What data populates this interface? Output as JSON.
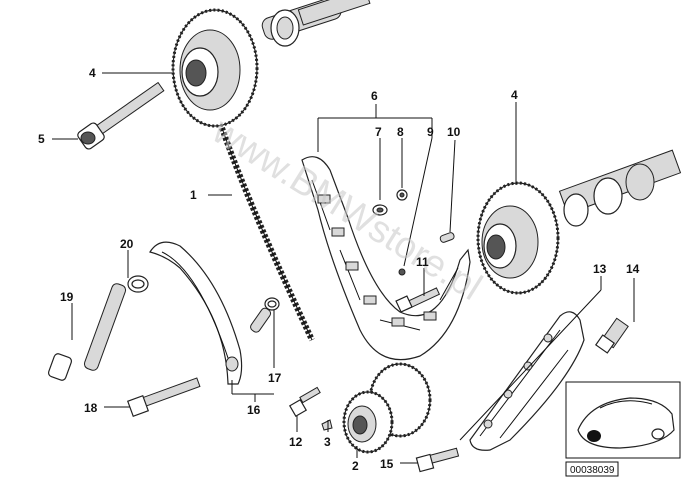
{
  "callouts": [
    "1",
    "2",
    "3",
    "4",
    "4",
    "5",
    "6",
    "7",
    "8",
    "9",
    "10",
    "11",
    "12",
    "13",
    "14",
    "15",
    "16",
    "17",
    "18",
    "19",
    "20"
  ],
  "watermark": "www.BMWstore.pl",
  "inset_code": "00038039"
}
